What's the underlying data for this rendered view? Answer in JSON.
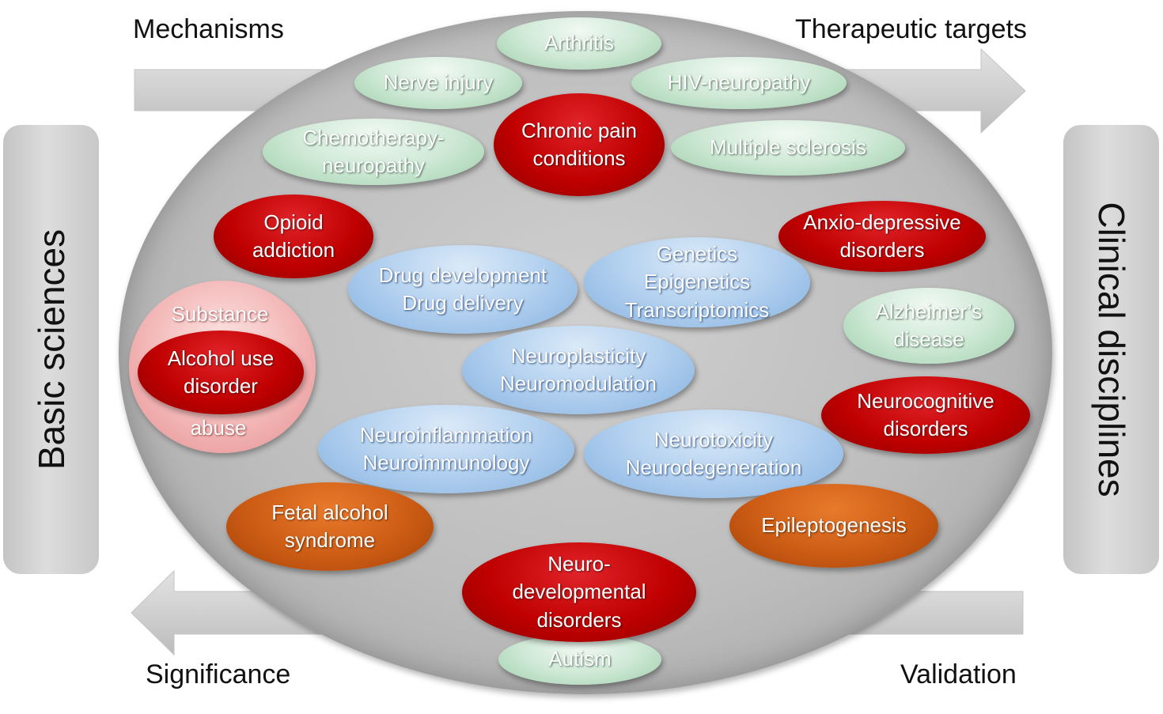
{
  "corners": {
    "mechanisms": "Mechanisms",
    "therapeutic_targets": "Therapeutic targets",
    "significance": "Significance",
    "validation": "Validation"
  },
  "sidebars": {
    "left": "Basic sciences",
    "right": "Clinical disciplines"
  },
  "ovals": {
    "arthritis": "Arthritis",
    "nerve_injury": "Nerve injury",
    "hiv_neuropathy": "HIV-neuropathy",
    "chemotherapy": "Chemotherapy-\nneuropathy",
    "chronic_pain": "Chronic pain\nconditions",
    "multiple_sclerosis": "Multiple sclerosis",
    "opioid_addiction": "Opioid\naddiction",
    "anxio_depressive": "Anxio-depressive\ndisorders",
    "drug_development": "Drug development\nDrug delivery",
    "genetics": "Genetics\nEpigenetics\nTranscriptomics",
    "alzheimers": "Alzheimer’s\ndisease",
    "neuroplasticity": "Neuroplasticity\nNeuromodulation",
    "neurocognitive": "Neurocognitive\ndisorders",
    "neuroinflammation": "Neuroinflammation\nNeuroimmunology",
    "neurotoxicity": "Neurotoxicity\nNeurodegeneration",
    "fetal_alcohol": "Fetal alcohol\nsyndrome",
    "epileptogenesis": "Epileptogenesis",
    "neurodevelopmental": "Neuro-\ndevelopmental\ndisorders",
    "autism": "Autism",
    "alcohol_use": "Alcohol use\ndisorder"
  },
  "substance_abuse": {
    "top": "Substance",
    "bottom": "abuse"
  },
  "colors": {
    "red": "#c00000",
    "green": "#cfe9d6",
    "blue": "#b2d0ef",
    "orange": "#cc5c14",
    "pink": "#f3b7b7",
    "gray": "#bdbdbd"
  }
}
